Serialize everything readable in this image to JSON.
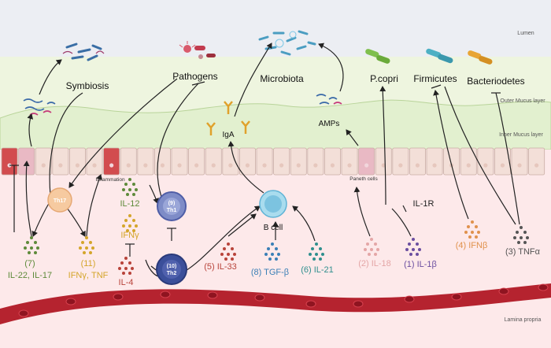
{
  "layers": {
    "lumen": "Lumen",
    "outer_mucus": "Outer Mucus layer",
    "inner_mucus": "Inner Mucus layer",
    "lamina_propria": "Lamina propria"
  },
  "microbes": {
    "symbiosis": "Symbiosis",
    "pathogens": "Pathogens",
    "microbiota": "Microbiota",
    "p_copri": "P.copri",
    "firmicutes": "Firmicutes",
    "bacteriodetes": "Bacteriodetes"
  },
  "epithelium": {
    "inflammation": "Inflammation",
    "paneth_cells": "Paneth cells",
    "amps": "AMPs",
    "iga": "IgA"
  },
  "cells": {
    "th17": "Th17",
    "th1_num": "(9)",
    "th1": "Th1",
    "th2_num": "(10)",
    "th2": "Th2",
    "b_cell": "B cell"
  },
  "cytokines": {
    "il12": "IL-12",
    "ifng": "IFNγ",
    "il4": "IL-4",
    "il1r": "IL-1R",
    "c7_num": "(7)",
    "c7": "IL-22, IL-17",
    "c11_num": "(11)",
    "c11": "IFNγ, TNF",
    "c5": "(5) IL-33",
    "c8": "(8) TGF-β",
    "c6": "(6) IL-21",
    "c2": "(2) IL-18",
    "c1": "(1) IL-1β",
    "c4": "(4) IFNβ",
    "c3": "(3) TNFα"
  },
  "colors": {
    "lumen_bg": "#eceef3",
    "outer_mucus": "#eef5df",
    "inner_mucus": "#e2f0cf",
    "lamina": "#fde9ea",
    "cell_fill": "#f3dfd8",
    "cell_stroke": "#c9aea5",
    "goblet": "#e9b9c4",
    "red_cell": "#d24c4f",
    "vessel": "#b5232f",
    "th": "#5d6fb8",
    "bcell": "#8cc9e3",
    "th17": "#f6caa0",
    "green_text": "#5e8a3a",
    "yellow_text": "#d4a52a",
    "red_text": "#b8433a",
    "blue_text": "#3a7fb6",
    "teal_text": "#2f8f8e",
    "pink_text": "#e4a6a6",
    "purple_text": "#6b4ea0",
    "orange_text": "#e0914c",
    "dark_text": "#555555"
  }
}
